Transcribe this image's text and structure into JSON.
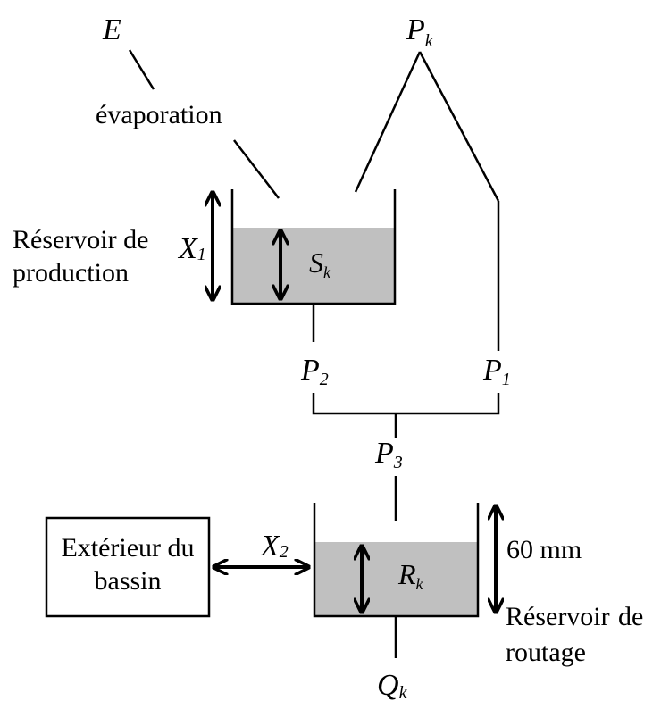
{
  "labels": {
    "E": "E",
    "evaporation": "évaporation",
    "Pk_P": "P",
    "Pk_sub": "k",
    "prod_line1": "Réservoir de",
    "prod_line2": "production",
    "X1_X": "X",
    "X1_sub": "1",
    "Sk_S": "S",
    "Sk_sub": "k",
    "P2_P": "P",
    "P2_sub": "2",
    "P1_P": "P",
    "P1_sub": "1",
    "P3_P": "P",
    "P3_sub": "3",
    "ext_line1": "Extérieur du",
    "ext_line2": "bassin",
    "X2_X": "X",
    "X2_sub": "2",
    "Rk_R": "R",
    "Rk_sub": "k",
    "capacity": "60 mm",
    "rout_line1a": "Réservoir",
    "rout_line1b": "de",
    "rout_line2": "routage",
    "Qk_Q": "Q",
    "Qk_sub": "k"
  },
  "colors": {
    "water": "#c0c0c0",
    "line": "#000000"
  }
}
